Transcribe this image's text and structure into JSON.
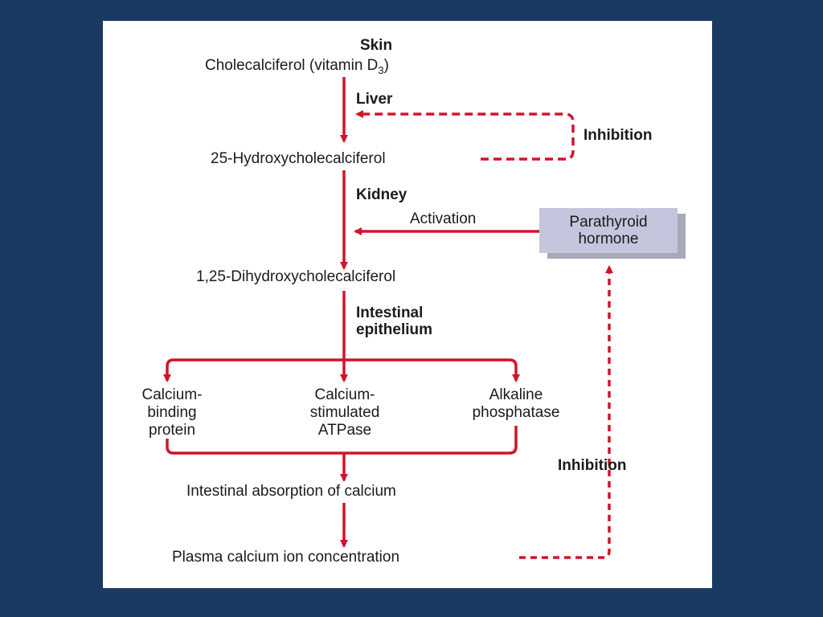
{
  "nodes": {
    "skin": "Skin",
    "cholecalciferol": "Cholecalciferol (vitamin D",
    "cholecalciferol_sub": "3",
    "cholecalciferol_close": ")",
    "liver": "Liver",
    "inhibition_top": "Inhibition",
    "hydroxy25": "25-Hydroxycholecalciferol",
    "kidney": "Kidney",
    "activation": "Activation",
    "pth_line1": "Parathyroid",
    "pth_line2": "hormone",
    "dihydroxy": "1,25-Dihydroxycholecalciferol",
    "intestinal_line1": "Intestinal",
    "intestinal_line2": "epithelium",
    "cbp_line1": "Calcium-",
    "cbp_line2": "binding",
    "cbp_line3": "protein",
    "csa_line1": "Calcium-",
    "csa_line2": "stimulated",
    "csa_line3": "ATPase",
    "alk_line1": "Alkaline",
    "alk_line2": "phosphatase",
    "inhibition_bottom": "Inhibition",
    "absorption": "Intestinal absorption of calcium",
    "plasma": "Plasma calcium ion concentration"
  },
  "colors": {
    "arrow": "#d0142c",
    "background": "#1a3a62",
    "panel": "#ffffff",
    "pth_box": "#c3c6dc"
  }
}
